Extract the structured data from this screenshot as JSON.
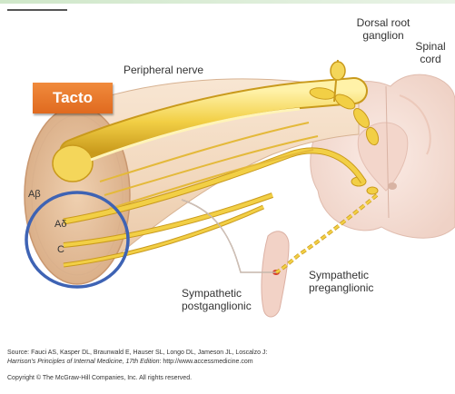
{
  "labels": {
    "dorsal_root_ganglion": "Dorsal root\nganglion",
    "spinal_cord": "Spinal\ncord",
    "peripheral_nerve": "Peripheral nerve",
    "tacto": "Tacto",
    "a_beta": "Aβ",
    "a_delta": "Aδ",
    "c_fiber": "C",
    "sympathetic_postganglionic": "Sympathetic\npostganglionic",
    "sympathetic_preganglionic": "Sympathetic\npreganglionic"
  },
  "source": {
    "prefix": "Source: Fauci AS, Kasper DL, Braunwald E, Hauser SL, Longo DL, Jameson JL, Loscalzo J:",
    "book": "Harrison's Principles of Internal Medicine, 17th Edition",
    "suffix": ": http://www.accessmedicine.com"
  },
  "copyright": "Copyright © The McGraw-Hill Companies, Inc. All rights reserved.",
  "colors": {
    "nerve_fill": "#f3dcc3",
    "fiber_yellow": "#f2cf45",
    "fiber_edge": "#c99a1c",
    "tacto_orange": "#e8782a",
    "highlight_circle": "#3e63b4",
    "spinal_cord": "#f7e4dc"
  }
}
